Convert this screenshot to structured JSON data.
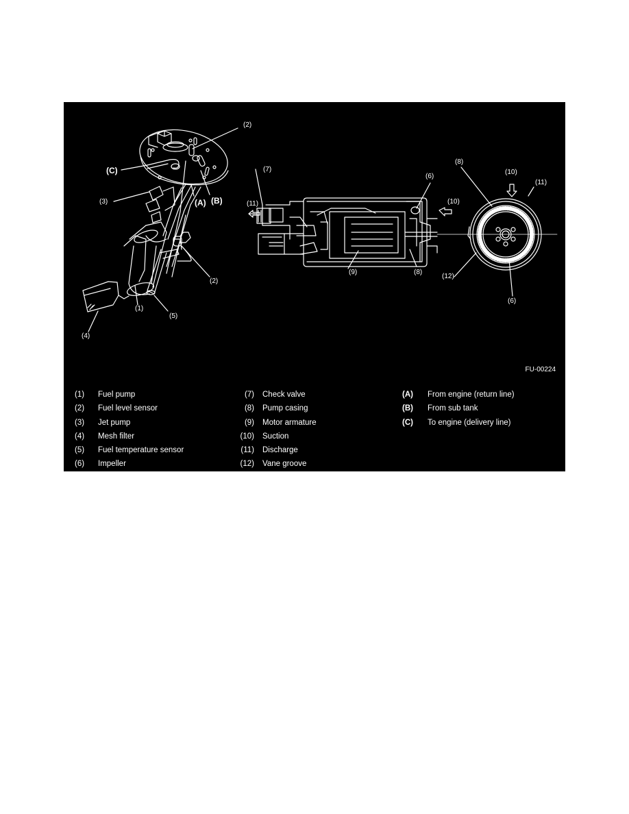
{
  "figure": {
    "id": "FU-00224",
    "background": "#000000",
    "line_color": "#ffffff"
  },
  "callouts": {
    "left_2_top": "(2)",
    "left_C": "(C)",
    "left_3": "(3)",
    "left_A": "(A)",
    "left_B": "(B)",
    "left_2_bottom": "(2)",
    "left_1": "(1)",
    "left_5": "(5)",
    "left_4": "(4)",
    "mid_7": "(7)",
    "mid_11": "(11)",
    "mid_6": "(6)",
    "mid_10": "(10)",
    "mid_9": "(9)",
    "mid_8": "(8)",
    "right_8": "(8)",
    "right_10": "(10)",
    "right_11": "(11)",
    "right_12": "(12)",
    "right_6": "(6)"
  },
  "legend": {
    "numbered_col1": [
      {
        "key": "(1)",
        "label": "Fuel pump"
      },
      {
        "key": "(2)",
        "label": "Fuel level sensor"
      },
      {
        "key": "(3)",
        "label": "Jet pump"
      },
      {
        "key": "(4)",
        "label": "Mesh filter"
      },
      {
        "key": "(5)",
        "label": "Fuel temperature sensor"
      },
      {
        "key": "(6)",
        "label": "Impeller"
      }
    ],
    "numbered_col2": [
      {
        "key": "(7)",
        "label": "Check valve"
      },
      {
        "key": "(8)",
        "label": "Pump casing"
      },
      {
        "key": "(9)",
        "label": "Motor armature"
      },
      {
        "key": "(10)",
        "label": "Suction"
      },
      {
        "key": "(11)",
        "label": "Discharge"
      },
      {
        "key": "(12)",
        "label": "Vane groove"
      }
    ],
    "lettered": [
      {
        "key": "(A)",
        "label": "From engine (return line)"
      },
      {
        "key": "(B)",
        "label": "From sub tank"
      },
      {
        "key": "(C)",
        "label": "To engine (delivery line)"
      }
    ]
  }
}
